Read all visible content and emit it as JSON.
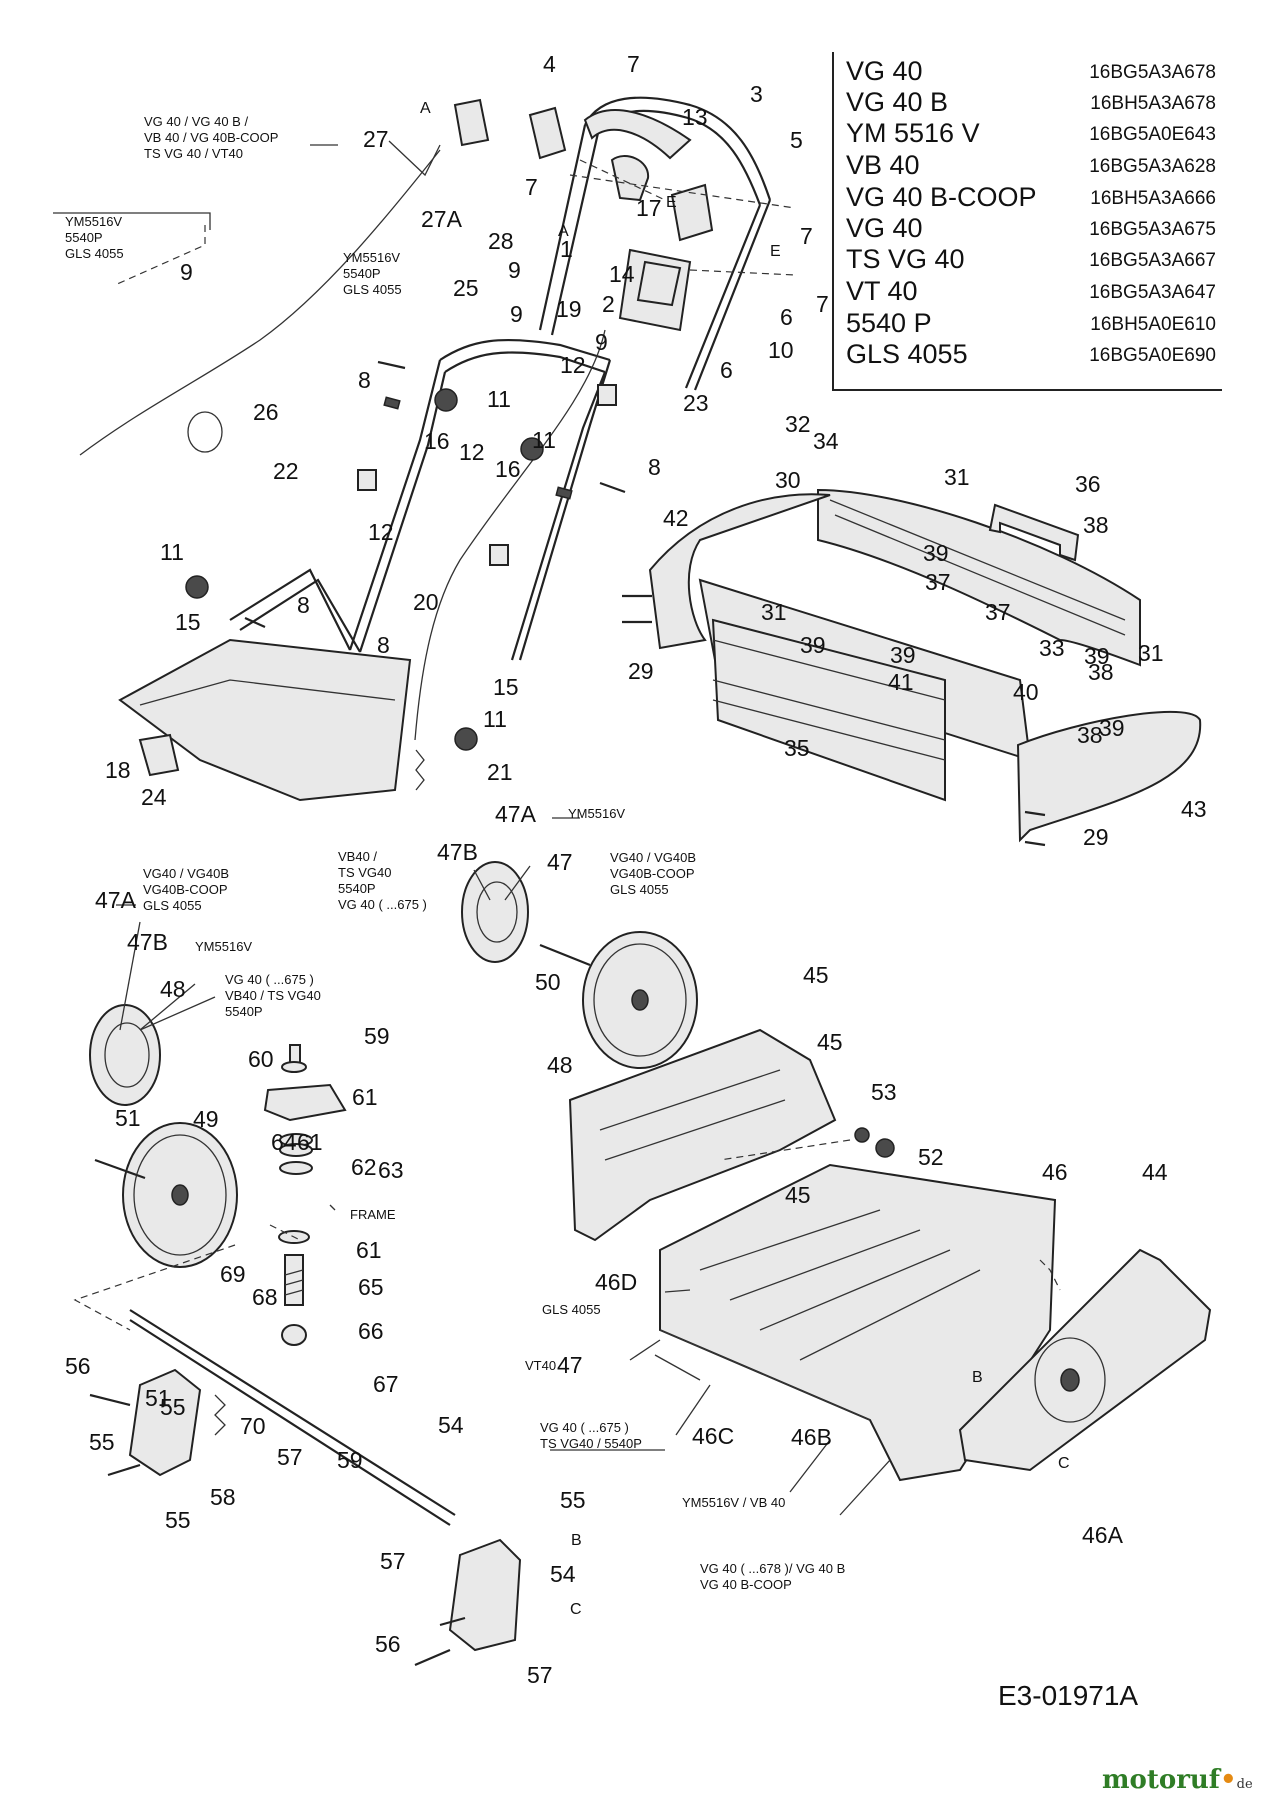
{
  "models": [
    {
      "name": "VG 40",
      "code": "16BG5A3A678"
    },
    {
      "name": "VG 40 B",
      "code": "16BH5A3A678"
    },
    {
      "name": "YM 5516 V",
      "code": "16BG5A0E643"
    },
    {
      "name": "VB 40",
      "code": "16BG5A3A628"
    },
    {
      "name": "VG 40 B-COOP",
      "code": "16BH5A3A666"
    },
    {
      "name": "VG 40",
      "code": "16BG5A3A675"
    },
    {
      "name": "TS VG 40",
      "code": "16BG5A3A667"
    },
    {
      "name": "VT 40",
      "code": "16BG5A3A647"
    },
    {
      "name": "5540 P",
      "code": "16BH5A0E610"
    },
    {
      "name": "GLS 4055",
      "code": "16BG5A0E690"
    }
  ],
  "part_numbers": [
    "1",
    "2",
    "3",
    "4",
    "5",
    "6",
    "6",
    "7",
    "7",
    "7",
    "7",
    "8",
    "8",
    "8",
    "8",
    "9",
    "9",
    "9",
    "9",
    "10",
    "11",
    "11",
    "11",
    "11",
    "12",
    "12",
    "12",
    "13",
    "14",
    "15",
    "15",
    "16",
    "16",
    "17",
    "18",
    "19",
    "20",
    "21",
    "22",
    "23",
    "24",
    "25",
    "26",
    "27",
    "27A",
    "28",
    "29",
    "29",
    "30",
    "31",
    "31",
    "31",
    "32",
    "33",
    "34",
    "35",
    "36",
    "37",
    "37",
    "38",
    "38",
    "38",
    "39",
    "39",
    "39",
    "39",
    "39",
    "40",
    "41",
    "42",
    "43",
    "44",
    "45",
    "45",
    "45",
    "46",
    "46A",
    "46B",
    "46C",
    "46D",
    "47",
    "47",
    "47A",
    "47A",
    "47B",
    "47B",
    "48",
    "48",
    "49",
    "50",
    "51",
    "51",
    "52",
    "53",
    "54",
    "54",
    "55",
    "55",
    "55",
    "55",
    "56",
    "56",
    "57",
    "57",
    "57",
    "58",
    "59",
    "59",
    "60",
    "61",
    "61",
    "61",
    "62",
    "63",
    "64",
    "65",
    "66",
    "67",
    "68",
    "69",
    "70"
  ],
  "letter_labels": [
    "A",
    "A",
    "E",
    "E",
    "B",
    "C",
    "B",
    "C"
  ],
  "notes": {
    "n27": "VG 40 / VG 40 B /\nVB 40 / VG 40B-COOP\nTS VG 40 / VT40",
    "n69": "YM5516V\n5540P\nGLS 4055",
    "n25": "YM5516V\n5540P\nGLS 4055",
    "n47a_top": "YM5516V",
    "n47b_top": "VB40 /\nTS VG40\n5540P\nVG 40 ( ...675 )",
    "n47_top": "VG40 / VG40B\nVG40B-COOP\nGLS 4055",
    "n47_left": "VG40 / VG40B\nVG40B-COOP\nGLS 4055",
    "n47a_left": "YM5516V",
    "n47b_left": "VG 40 ( ...675 )\nVB40 / TS VG40\n5540P",
    "frame": "FRAME",
    "n46d": "GLS 4055",
    "n46c": "VT40",
    "n46b": "VG 40 ( ...675 )\nTS VG40 / 5540P",
    "n46a": "YM5516V / VB 40",
    "n46": "VG 40 ( ...678 )/ VG 40 B\nVG 40 B-COOP"
  },
  "document_code": "E3-01971A",
  "watermark": {
    "name": "motoruf",
    "dot": "•",
    "tld": "de"
  }
}
